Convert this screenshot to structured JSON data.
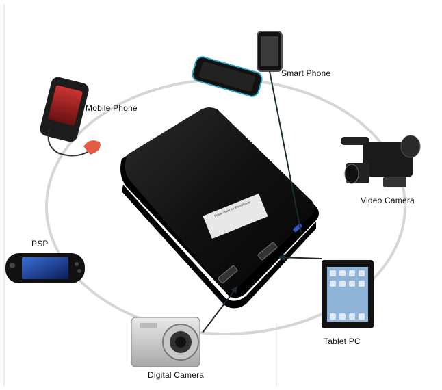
{
  "devices": {
    "smart_phone": "Smart Phone",
    "mobile_phone": "Mobile Phone",
    "video_camera": "Video Camera",
    "psp": "PSP",
    "tablet_pc": "Tablet PC",
    "digital_camera": "Digital Camera"
  },
  "hub": {
    "name": "Power Bank for iPad/iPhone"
  },
  "colors": {
    "ring": "#d6d6d6",
    "bank": "#111111",
    "connector": "#1c2b33"
  }
}
